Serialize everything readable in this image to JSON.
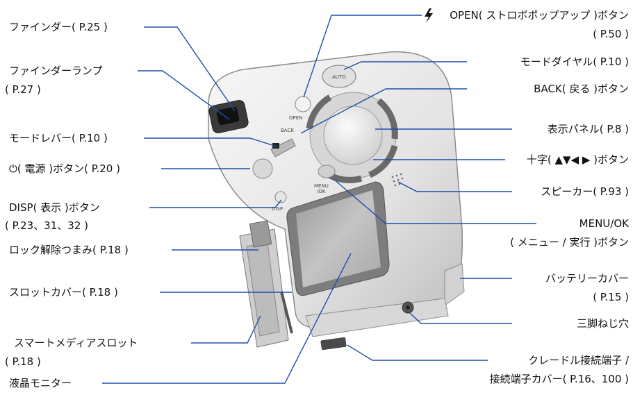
{
  "labels": {
    "finder": "ファインダー( P.25 )",
    "finder_lamp": "ファインダーランプ",
    "finder_lamp_page": "( P.27 )",
    "mode_lever": "モードレバー( P.10 )",
    "power_button": "( 電源 )ボタン( P.20 )",
    "disp_button": "DISP( 表示 )ボタン",
    "disp_pages": "( P.23、31、32 )",
    "lock_release": "ロック解除つまみ( P.18 )",
    "slot_cover": "スロットカバー( P.18 )",
    "smartmedia_slot": "スマートメディアスロット",
    "smartmedia_page": "( P.18 )",
    "lcd_monitor": "液晶モニター",
    "flash_open": "OPEN( ストロボポップアップ )ボタン",
    "flash_open_page": "( P.50 )",
    "mode_dial": "モードダイヤル( P.10 )",
    "back_button": "BACK( 戻る )ボタン",
    "display_panel": "表示パネル( P.8 )",
    "cross_button": "十字( ▲▼◀ ▶ )ボタン",
    "speaker": "スピーカー( P.93 )",
    "menu_ok": "MENU/OK",
    "menu_ok_desc": "( メニュー / 実行 )ボタン",
    "battery_cover": "バッテリーカバー",
    "battery_cover_page": "( P.15 )",
    "tripod": "三脚ねじ穴",
    "cradle_connector": "クレードル接続端子 /",
    "connector_cover": "接続端子カバー( P.16、100 )"
  },
  "body_text": {
    "open": "OPEN",
    "back": "BACK",
    "menu": "MENU",
    "ok": "/OK",
    "disp": "DISP",
    "auto": "AUTO"
  },
  "colors": {
    "leader": "#1f4fa8",
    "camera_body": "#e9e9e9"
  }
}
